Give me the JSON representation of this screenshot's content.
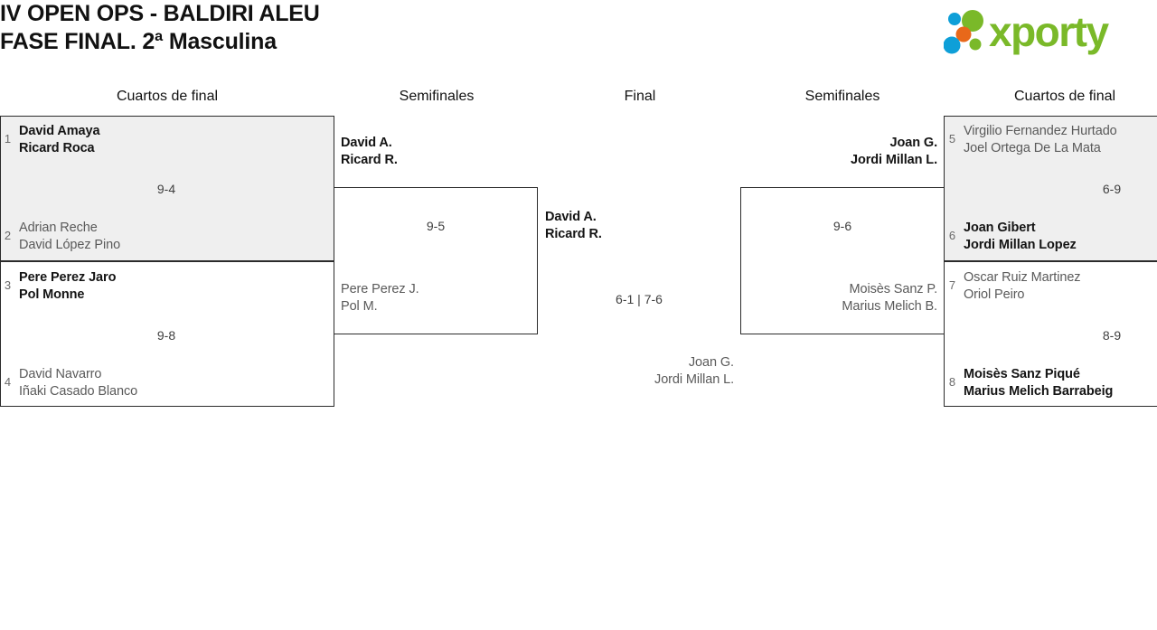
{
  "header": {
    "title_line1": "IV OPEN OPS - BALDIRI ALEU",
    "title_line2": "FASE FINAL. 2ª Masculina",
    "logo_text": "xporty",
    "logo_colors": {
      "green": "#7ab929",
      "orange": "#e8681a",
      "blue": "#0e9fd8"
    }
  },
  "rounds": [
    {
      "label": "Cuartos de final"
    },
    {
      "label": "Semifinales"
    },
    {
      "label": "Final"
    },
    {
      "label": "Semifinales"
    },
    {
      "label": "Cuartos de final"
    }
  ],
  "bracket": {
    "left_quarterfinals": [
      {
        "score": "9-4",
        "top": {
          "seed": "1",
          "player1": "David Amaya",
          "player2": "Ricard Roca",
          "result": "winner"
        },
        "bottom": {
          "seed": "2",
          "player1": "Adrian Reche",
          "player2": "David López Pino",
          "result": "loser"
        }
      },
      {
        "score": "9-8",
        "top": {
          "seed": "3",
          "player1": "Pere Perez Jaro",
          "player2": "Pol Monne",
          "result": "winner"
        },
        "bottom": {
          "seed": "4",
          "player1": "David Navarro",
          "player2": "Iñaki Casado Blanco",
          "result": "loser"
        }
      }
    ],
    "left_semifinal": {
      "score": "9-5",
      "top": {
        "player1": "David A.",
        "player2": "Ricard R.",
        "result": "winner"
      },
      "bottom": {
        "player1": "Pere Perez J.",
        "player2": "Pol M.",
        "result": "loser"
      }
    },
    "final": {
      "score": "6-1 | 7-6",
      "left": {
        "player1": "David A.",
        "player2": "Ricard R.",
        "result": "winner"
      },
      "right": {
        "player1": "Joan G.",
        "player2": "Jordi Millan L.",
        "result": "loser"
      }
    },
    "right_semifinal": {
      "score": "9-6",
      "top": {
        "player1": "Joan G.",
        "player2": "Jordi Millan L.",
        "result": "winner"
      },
      "bottom": {
        "player1": "Moisès Sanz P.",
        "player2": "Marius Melich B.",
        "result": "loser"
      }
    },
    "right_quarterfinals": [
      {
        "score": "6-9",
        "top": {
          "seed": "5",
          "player1": "Virgilio Fernandez Hurtado",
          "player2": "Joel Ortega De La Mata",
          "result": "loser"
        },
        "bottom": {
          "seed": "6",
          "player1": "Joan Gibert",
          "player2": "Jordi Millan Lopez",
          "result": "winner"
        }
      },
      {
        "score": "8-9",
        "top": {
          "seed": "7",
          "player1": "Oscar Ruiz Martinez",
          "player2": "Oriol Peiro",
          "result": "loser"
        },
        "bottom": {
          "seed": "8",
          "player1": "Moisès Sanz Piqué",
          "player2": "Marius Melich Barrabeig",
          "result": "winner"
        }
      }
    ]
  }
}
